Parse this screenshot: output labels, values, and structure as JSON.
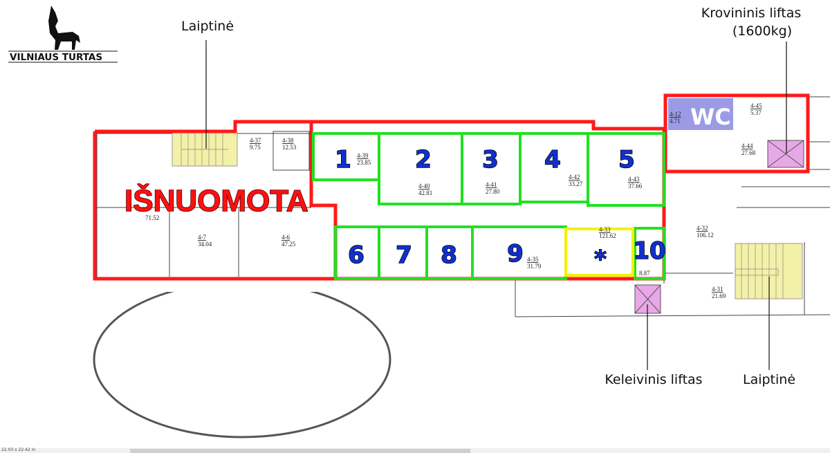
{
  "logo": {
    "text": "VILNIAUS TURTAS"
  },
  "annotations": {
    "stair_left": "Laiptinė",
    "freight_lift_line1": "Krovininis liftas",
    "freight_lift_line2": "(1600kg)",
    "passenger_lift": "Keleivinis liftas",
    "stair_right": "Laiptinė"
  },
  "rented_label": "IŠNUOMOTA",
  "wc_label": "WC",
  "units": [
    {
      "label": "1",
      "status": "available"
    },
    {
      "label": "2",
      "status": "available"
    },
    {
      "label": "3",
      "status": "available"
    },
    {
      "label": "4",
      "status": "available"
    },
    {
      "label": "5",
      "status": "available"
    },
    {
      "label": "6",
      "status": "available"
    },
    {
      "label": "7",
      "status": "available"
    },
    {
      "label": "8",
      "status": "available"
    },
    {
      "label": "9",
      "status": "available"
    },
    {
      "label": "*",
      "status": "special"
    },
    {
      "label": "10",
      "status": "available"
    }
  ],
  "rooms": [
    {
      "id": "4-39",
      "area": "23.85"
    },
    {
      "id": "4-40",
      "area": "42.81"
    },
    {
      "id": "4-41",
      "area": "27.80"
    },
    {
      "id": "4-42",
      "area": "33.27"
    },
    {
      "id": "4-43",
      "area": "37.66"
    },
    {
      "id": "4-35",
      "area": "31.79"
    },
    {
      "id": "4-33",
      "area": "121.62"
    },
    {
      "id": "4-37",
      "area": "9.75"
    },
    {
      "id": "4-38",
      "area": "12.53"
    },
    {
      "id": "4-7",
      "area": "34.04"
    },
    {
      "id": "4-6",
      "area": "47.25"
    },
    {
      "id": "4-32",
      "area": "106.12"
    },
    {
      "id": "4-31",
      "area": "21.69"
    },
    {
      "id": "4-44",
      "area": "27.68"
    },
    {
      "id": "4-45",
      "area": "5.37"
    },
    {
      "id": "4-12",
      "area": "4.71"
    }
  ],
  "extra_areas": {
    "big_left": "71.52",
    "unit10": "8.87"
  },
  "colors": {
    "rented": "#ff1a1a",
    "available": "#22e022",
    "special": "#f5f000",
    "stairs": "#f3f0a8",
    "lift": "#e8a8e8",
    "wc": "#8a8ae0",
    "number": "#1030d0"
  },
  "status_bar": {
    "size": "22.03 x 22.42 in"
  }
}
